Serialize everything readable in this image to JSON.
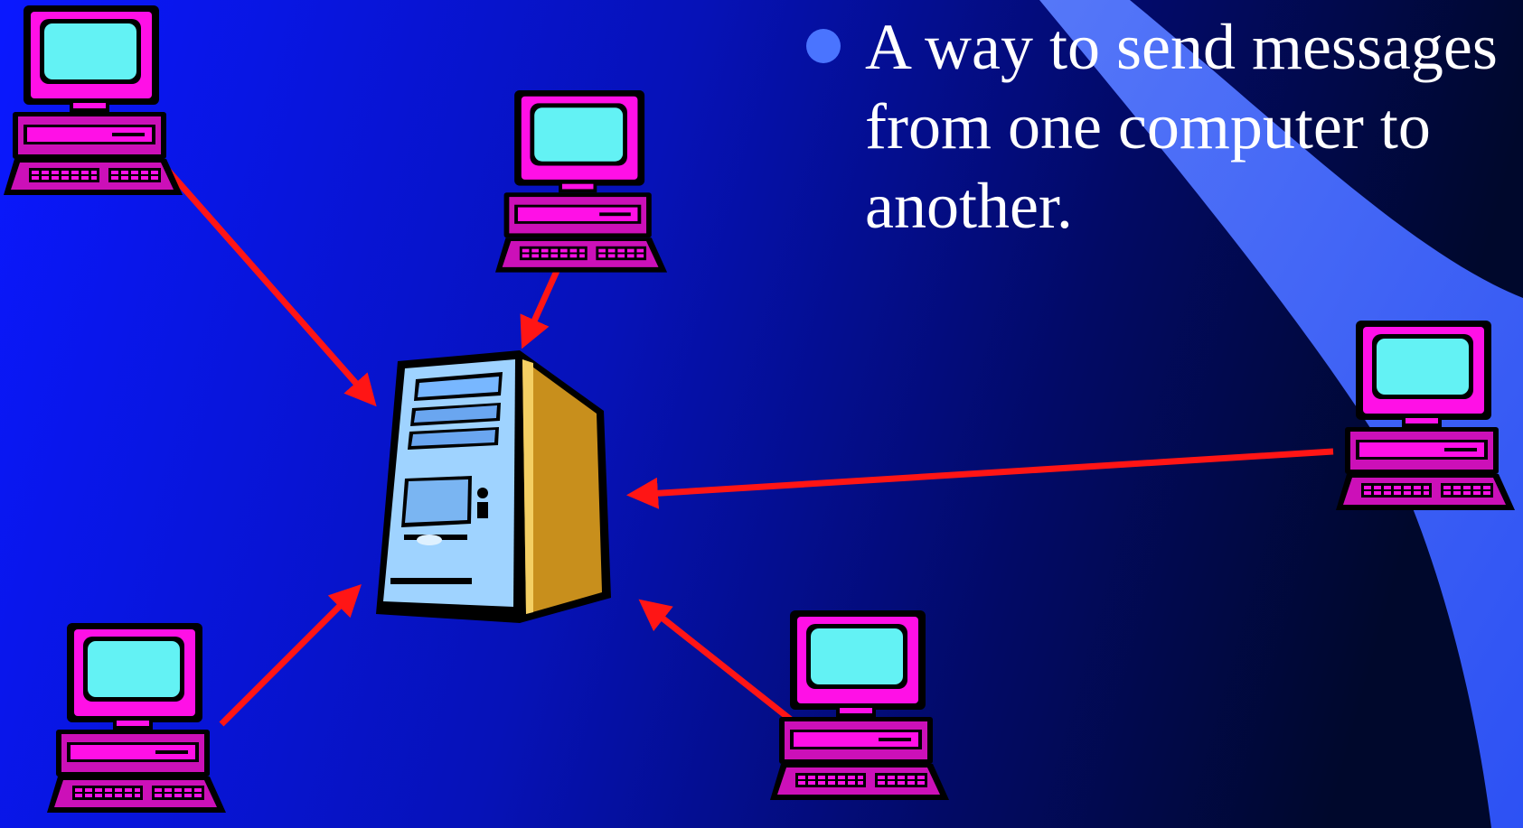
{
  "slide": {
    "bullet_text": "A way to send messages from one computer to another.",
    "colors": {
      "background_left": "#0a18ff",
      "background_right": "#00082c",
      "swoosh": "#3f63ff",
      "bullet": "#4a74ff",
      "text": "#ffffff",
      "arrow": "#ff1515",
      "computer_body": "#ff00e0",
      "computer_screen": "#63f2f4",
      "server_front": "#9fd3ff",
      "server_side": "#c88f1c"
    }
  },
  "diagram": {
    "hub": {
      "icon": "server-tower-icon"
    },
    "clients": [
      {
        "id": "top-left",
        "icon": "desktop-computer-icon"
      },
      {
        "id": "top-center",
        "icon": "desktop-computer-icon"
      },
      {
        "id": "right",
        "icon": "desktop-computer-icon"
      },
      {
        "id": "bottom-left",
        "icon": "desktop-computer-icon"
      },
      {
        "id": "bottom-center",
        "icon": "desktop-computer-icon"
      }
    ],
    "connections": [
      {
        "from": "top-left",
        "to": "hub"
      },
      {
        "from": "top-center",
        "to": "hub"
      },
      {
        "from": "right",
        "to": "hub"
      },
      {
        "from": "bottom-left",
        "to": "hub"
      },
      {
        "from": "bottom-center",
        "to": "hub"
      }
    ]
  }
}
